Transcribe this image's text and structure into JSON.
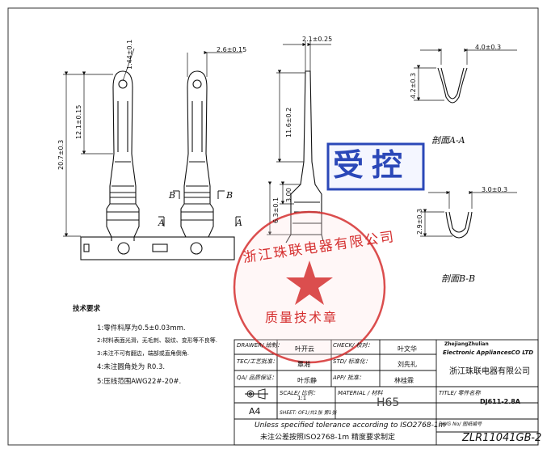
{
  "dimensions": {
    "slot_width": "1.44±0.1",
    "tab_width": "2.6±0.15",
    "overall_length": "20.7±0.3",
    "tab_length": "12.1±0.15",
    "thickness_top": "2.1±0.25",
    "side_length": "11.6±0.2",
    "side_crimp": "3.00",
    "side_base": "6.3±0.1",
    "section_aa_width": "4.0±0.3",
    "section_aa_height": "4.2±0.3",
    "section_bb_width": "3.0±0.3",
    "section_bb_height": "2.9±0.3"
  },
  "view_labels": {
    "b_left": "B",
    "b_right": "B",
    "a_left": "A",
    "a_right": "A"
  },
  "sections": {
    "aa_label": "剖面A-A",
    "bb_label": "剖面B-B"
  },
  "stamps": {
    "controlled": "受控",
    "seal_company": "浙江珠联电器有限公司",
    "seal_dept": "质量技术章"
  },
  "technical_requirements": {
    "title": "技术要求",
    "items": [
      "1:零件料厚为0.5±0.03mm.",
      "2:材料表面光滑，无毛刺、裂纹、变形等不良等.",
      "3:未注不可有翻边，端部或直角倒角.",
      "4:未注圆角处为 R0.3.",
      "5:压线范围AWG22#-20#."
    ]
  },
  "title_block": {
    "drawer_label": "DRAWER/ 绘制：",
    "drawer_value": "叶开云",
    "check_label": "CHECK/ 校对：",
    "check_value": "叶文华",
    "tec_label": "TEC/工艺批准：",
    "tec_value": "覃湘",
    "std_label": "STD/ 标准化：",
    "std_value": "刘先礼",
    "qa_label": "QA/ 品质保证：",
    "qa_value": "叶乐静",
    "app_label": "APP/ 批准：",
    "app_value": "林桂霖",
    "scale_label": "SCALE/ 比例：",
    "scale_value": "1:1",
    "material_label": "MATERIAL / 材料",
    "material_value": "H65",
    "sheet_label": "SHEET: OF1/共1张 第1张",
    "paper_size": "A4",
    "company_en_line1": "ZhejiangZhulian",
    "company_en_line2": "Electronic AppliancesCO LTD",
    "company_cn": "浙江珠联电器有限公司",
    "title_label": "TITLE/ 零件名称",
    "title_value": "DJ611-2.8A",
    "dwg_label": "DWG No/ 图纸编号",
    "dwg_value": "ZLR11041GB-2",
    "tolerance_en": "Unless specified tolerance according to ISO2768-1m",
    "tolerance_cn": "未注公差按照ISO2768-1m 精度要求制定"
  }
}
